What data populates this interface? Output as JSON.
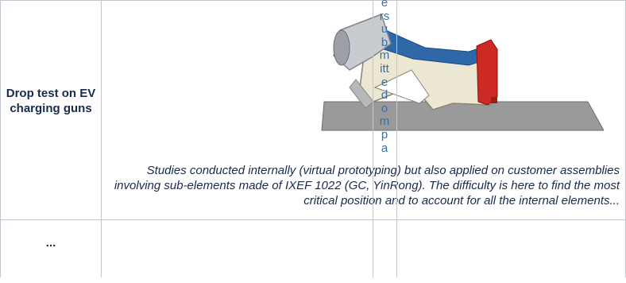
{
  "table": {
    "rows": [
      {
        "label": "Drop test on EV charging guns",
        "description": "Studies conducted internally (virtual prototyping) but also applied on customer assemblies involving sub-elements made of IXEF 1022 (GC, YinRong). The difficulty is here to find the most critical position and to account for all the internal elements..."
      },
      {
        "label": "..."
      }
    ]
  },
  "overlay_link_chars": [
    "e",
    "rs",
    "u",
    "b",
    "m",
    "itt",
    "e",
    "d",
    "o",
    "m",
    "p",
    "a"
  ]
}
